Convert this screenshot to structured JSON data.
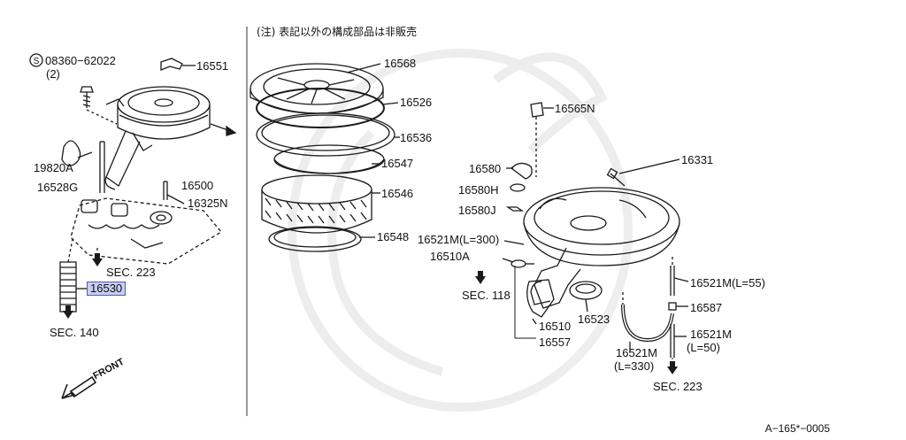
{
  "note": "(注) 表記以外の構成部品は非販売",
  "reference": "A−165*−0005",
  "front_label": "FRONT",
  "circle_s": "S",
  "parts": {
    "p08360": "08360−62022",
    "p08360_qty": "(2)",
    "p16551": "16551",
    "p19820A": "19820A",
    "p16528G": "16528G",
    "p16500": "16500",
    "p16325N": "16325N",
    "sec223_left": "SEC. 223",
    "p16530": "16530",
    "sec140": "SEC. 140",
    "p16568": "16568",
    "p16526": "16526",
    "p16536": "16536",
    "p16547": "16547",
    "p16546": "16546",
    "p16548": "16548",
    "p16565N": "16565N",
    "p16331": "16331",
    "p16580": "16580",
    "p16580H": "16580H",
    "p16580J": "16580J",
    "p16521M300": "16521M(L=300)",
    "p16510A": "16510A",
    "sec118": "SEC. 118",
    "p16510": "16510",
    "p16557": "16557",
    "p16523": "16523",
    "p16521M55": "16521M(L=55)",
    "p16587": "16587",
    "p16521M330a": "16521M",
    "p16521M330b": "(L=330)",
    "p16521M50a": "16521M",
    "p16521M50b": "(L=50)",
    "sec223_right": "SEC. 223"
  },
  "colors": {
    "line": "#1a1a1a",
    "highlight": "#c7cdf0",
    "highlight_border": "#4b5cc4",
    "watermark": "#ececec"
  }
}
